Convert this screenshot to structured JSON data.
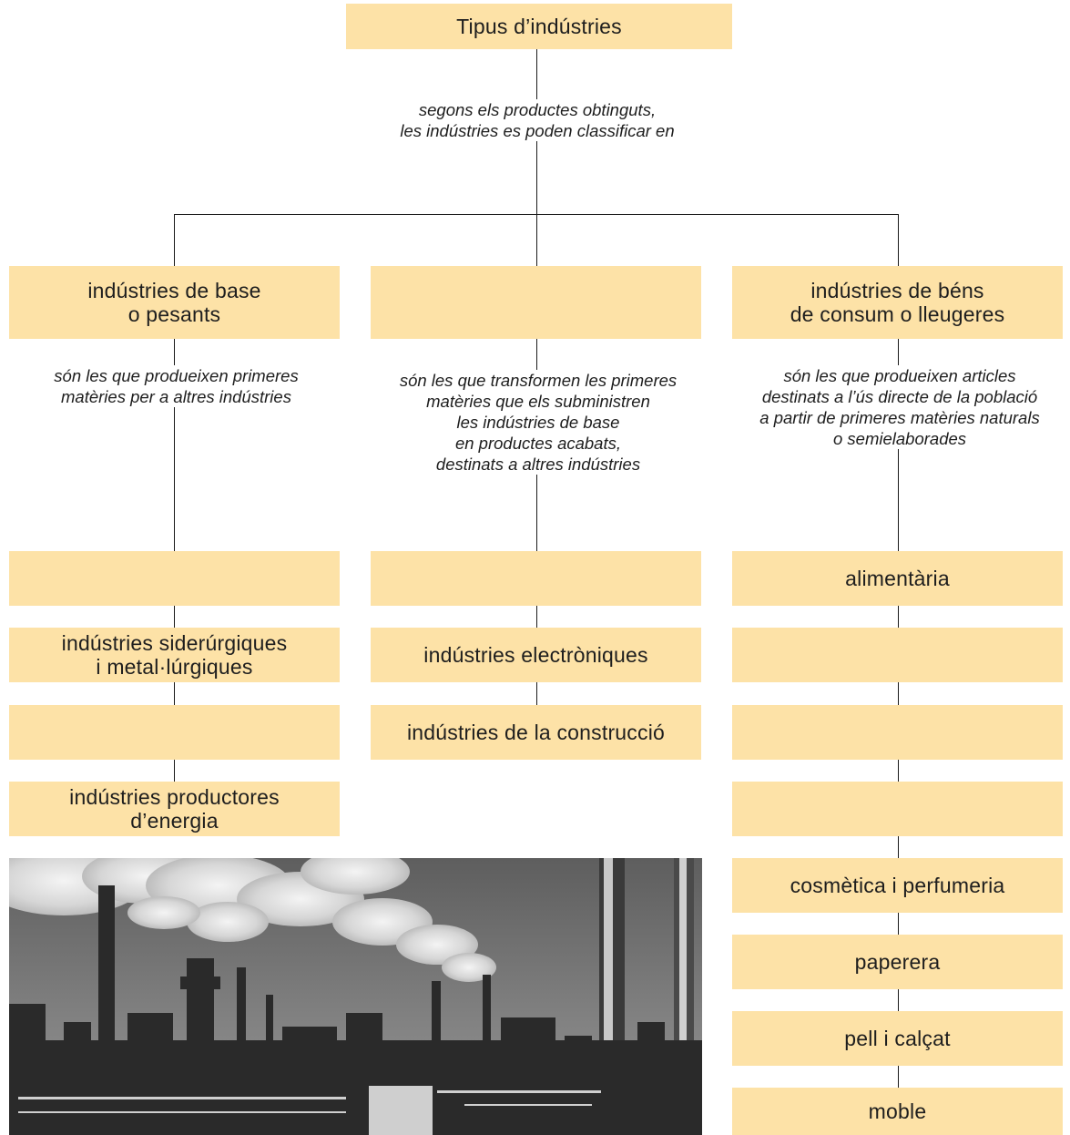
{
  "title": "Tipus d’indústries",
  "root_connector": "segons els productes obtinguts,\nles indústries es poden classificar en",
  "columns": [
    {
      "heading": "indústries de base\no pesants",
      "description": "són les que produeixen primeres\nmatèries per a altres indústries",
      "items": [
        "",
        "indústries siderúrgiques\ni metal·lúrgiques",
        "",
        "indústries productores\nd’energia"
      ]
    },
    {
      "heading": "",
      "description": "són les que transformen les primeres\nmatèries que els subministren\nles indústries de base\nen productes acabats,\ndestinats a altres indústries",
      "items": [
        "",
        "indústries electròniques",
        "indústries de la construcció"
      ]
    },
    {
      "heading": "indústries de béns\nde consum o lleugeres",
      "description": "són les que produeixen articles\ndestinats a l’ús directe de la població\na partir de primeres matèries naturals\no semielaborades",
      "items": [
        "alimentària",
        "",
        "",
        "",
        "cosmètica i perfumeria",
        "paperera",
        "pell i calçat",
        "moble"
      ]
    }
  ],
  "colors": {
    "box_fill": "#fde2a7",
    "line": "#1a1a1a",
    "text": "#1e1e1e"
  }
}
